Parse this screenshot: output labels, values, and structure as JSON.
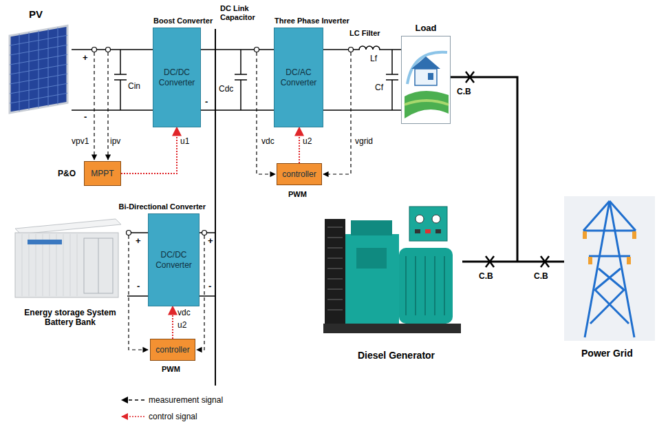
{
  "diagram": {
    "nodes": [
      {
        "text": [
          "Boost Converter",
          "DC/DC Converter"
        ]
      },
      {
        "text": [
          "Three Phase Inverter",
          "DC/AC Converter"
        ]
      },
      {
        "text": [
          "Load"
        ]
      },
      {
        "text": [
          "MPPT"
        ]
      },
      {
        "text": [
          "controller"
        ]
      },
      {
        "text": [
          "Bi-Directional Converter",
          "DC/DC Converter"
        ]
      },
      {
        "text": [
          "controller"
        ]
      }
    ],
    "edges": [
      {
        "from": 3,
        "to": 0,
        "arrow": "to",
        "label": "u1"
      },
      {
        "from": 4,
        "to": 1,
        "arrow": "to",
        "label": "u2"
      },
      {
        "from": 6,
        "to": 5,
        "arrow": "to",
        "label": "u2"
      },
      {
        "from": 0,
        "to": 1,
        "arrow": "none"
      },
      {
        "from": 5,
        "to": 1,
        "arrow": "none"
      },
      {
        "from": 1,
        "to": 2,
        "arrow": "none"
      }
    ],
    "labels": [
      "PV",
      "+",
      "-",
      "Cin",
      "vpv1",
      "ipv",
      "-",
      "DC Link Capacitor",
      "Cdc",
      "vdc",
      "vgrid",
      "LC Filter",
      "Lf",
      "Cf",
      "C.B",
      "C.B",
      "C.B",
      "P&O",
      "PWM",
      "+",
      "-",
      "+",
      "-",
      "vdc",
      "PWM",
      "Energy storage System Battery Bank",
      "Diesel Generator",
      "Power Grid"
    ],
    "legend": [
      {
        "text": "measurement signal"
      },
      {
        "text": "control signal"
      }
    ]
  }
}
